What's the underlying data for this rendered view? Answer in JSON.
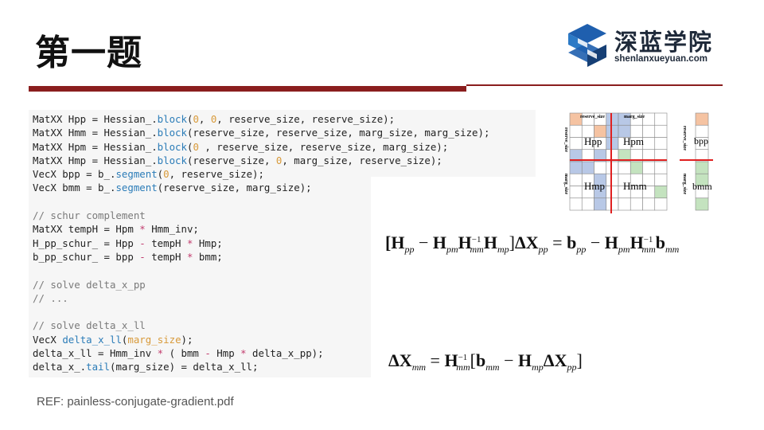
{
  "slide": {
    "title": "第一题"
  },
  "logo": {
    "chinese": "深蓝学院",
    "english": "shenlanxueyuan.com"
  },
  "code_lines": [
    [
      [
        "MatXX Hpp = Hessian_.",
        ""
      ],
      [
        "block",
        "kw"
      ],
      [
        "(",
        ""
      ],
      [
        "0",
        "num"
      ],
      [
        ", ",
        ""
      ],
      [
        "0",
        "num"
      ],
      [
        ", reserve_size, reserve_size);",
        ""
      ]
    ],
    [
      [
        "MatXX Hmm = Hessian_.",
        ""
      ],
      [
        "block",
        "kw"
      ],
      [
        "(reserve_size, reserve_size, marg_size, marg_size);",
        ""
      ]
    ],
    [
      [
        "MatXX Hpm = Hessian_.",
        ""
      ],
      [
        "block",
        "kw"
      ],
      [
        "(",
        ""
      ],
      [
        "0",
        "num"
      ],
      [
        " , reserve_size, reserve_size, marg_size);",
        ""
      ]
    ],
    [
      [
        "MatXX Hmp = Hessian_.",
        ""
      ],
      [
        "block",
        "kw"
      ],
      [
        "(reserve_size, ",
        ""
      ],
      [
        "0",
        "num"
      ],
      [
        ", marg_size, reserve_size);",
        ""
      ]
    ],
    [
      [
        "VecX bpp = b_.",
        ""
      ],
      [
        "segment",
        "kw"
      ],
      [
        "(",
        ""
      ],
      [
        "0",
        "num"
      ],
      [
        ", reserve_size);",
        ""
      ]
    ],
    [
      [
        "VecX bmm = b_.",
        ""
      ],
      [
        "segment",
        "kw"
      ],
      [
        "(reserve_size, marg_size);",
        ""
      ]
    ],
    [],
    [
      [
        "// schur complement",
        "cm"
      ]
    ],
    [
      [
        "MatXX tempH = Hpm ",
        ""
      ],
      [
        "*",
        "op"
      ],
      [
        " Hmm_inv;",
        ""
      ]
    ],
    [
      [
        "H_pp_schur_ = Hpp ",
        ""
      ],
      [
        "-",
        "op"
      ],
      [
        " tempH ",
        ""
      ],
      [
        "*",
        "op"
      ],
      [
        " Hmp;",
        ""
      ]
    ],
    [
      [
        "b_pp_schur_ = bpp ",
        ""
      ],
      [
        "-",
        "op"
      ],
      [
        " tempH ",
        ""
      ],
      [
        "*",
        "op"
      ],
      [
        " bmm;",
        ""
      ]
    ],
    [],
    [
      [
        "// solve delta_x_pp",
        "cm"
      ]
    ],
    [
      [
        "// ...",
        "cm"
      ]
    ],
    [],
    [
      [
        "// solve delta_x_ll",
        "cm"
      ]
    ],
    [
      [
        "VecX ",
        ""
      ],
      [
        "delta_x_ll",
        "kw"
      ],
      [
        "(",
        ""
      ],
      [
        "marg_size",
        "num"
      ],
      [
        ");",
        ""
      ]
    ],
    [
      [
        "delta_x_ll = Hmm_inv ",
        ""
      ],
      [
        "*",
        "op"
      ],
      [
        " ( bmm ",
        ""
      ],
      [
        "-",
        "op"
      ],
      [
        " Hmp ",
        ""
      ],
      [
        "*",
        "op"
      ],
      [
        " delta_x_pp);",
        ""
      ]
    ],
    [
      [
        "delta_x_.",
        ""
      ],
      [
        "tail",
        "kw"
      ],
      [
        "(marg_size) = delta_x_ll;",
        ""
      ]
    ]
  ],
  "reference": "REF: painless-conjugate-gradient.pdf",
  "diagram": {
    "top_labels": [
      "reserve_size",
      "marg_size"
    ],
    "side_labels": [
      "reserve_size",
      "marg_size"
    ],
    "block_labels": [
      "Hpp",
      "Hpm",
      "Hmp",
      "Hmm"
    ],
    "vector_labels": [
      "bpp",
      "bmm"
    ],
    "vector_side_labels": [
      "reserve_size",
      "marg_size"
    ]
  },
  "formula1": {
    "b1": "[H",
    "s1": "pp",
    "m1": " − ",
    "b2": "H",
    "s2": "pm",
    "b3": "H",
    "p3": "−1",
    "s3": "mm",
    "b4": "H",
    "s4": "mp",
    "m2": "]",
    "b5": "ΔX",
    "s5": "pp",
    "m3": " = ",
    "b6": "b",
    "s6": "pp",
    "m4": " − ",
    "b7": "H",
    "s7": "pm",
    "b8": "H",
    "p8": "−1",
    "s8": "mm",
    "b9": "b",
    "s9": "mm"
  },
  "formula2": {
    "b1": "ΔX",
    "s1": "mm",
    "m1": " = ",
    "b2": "H",
    "p2": "−1",
    "s2": "mm",
    "m2": "[",
    "b3": "b",
    "s3": "mm",
    "m3": " − ",
    "b4": "H",
    "s4": "mp",
    "b5": "ΔX",
    "s5": "pp",
    "m4": "]"
  },
  "colors": {
    "accent_bar": "#8a1e1e",
    "orange": "#f5c3a2",
    "blue": "#b8c8e6",
    "green": "#c4e3bf",
    "red_line": "#e02020"
  }
}
